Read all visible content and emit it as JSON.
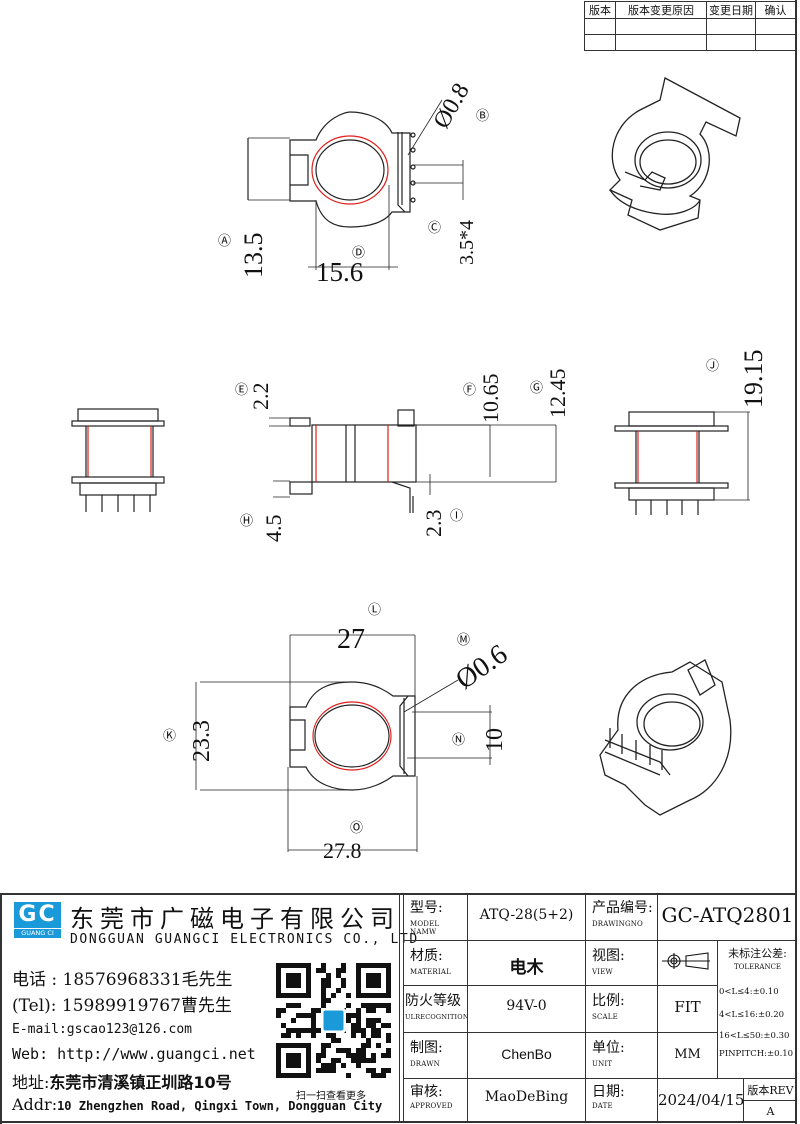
{
  "revision_table": {
    "headers": [
      "版本",
      "版本变更原因",
      "变更日期",
      "确认"
    ],
    "rows": [
      [
        "",
        "",
        "",
        ""
      ],
      [
        "",
        "",
        "",
        ""
      ]
    ]
  },
  "drawing": {
    "top_view": {
      "dims": [
        {
          "callout": "A",
          "value": "13.5"
        },
        {
          "callout": "B",
          "value": "Ø0.8"
        },
        {
          "callout": "C",
          "value": "3.5*4"
        },
        {
          "callout": "D",
          "value": "15.6"
        }
      ]
    },
    "side_view": {
      "dims": [
        {
          "callout": "E",
          "value": "2.2"
        },
        {
          "callout": "F",
          "value": "10.65"
        },
        {
          "callout": "G",
          "value": "12.45"
        },
        {
          "callout": "H",
          "value": "4.5"
        },
        {
          "callout": "I",
          "value": "2.3"
        }
      ]
    },
    "end_view": {
      "dims": [
        {
          "callout": "J",
          "value": "19.15"
        }
      ]
    },
    "bottom_view": {
      "dims": [
        {
          "callout": "K",
          "value": "23.3"
        },
        {
          "callout": "L",
          "value": "27"
        },
        {
          "callout": "M",
          "value": "Ø0.6"
        },
        {
          "callout": "N",
          "value": "10"
        },
        {
          "callout": "O",
          "value": "27.8"
        }
      ]
    },
    "colors": {
      "line": "#222222",
      "winding": "#e0201c"
    }
  },
  "company": {
    "logo_text": "GC",
    "logo_sub": "GUANG CI",
    "name_cn": "东莞市广磁电子有限公司",
    "name_en": "DONGGUAN GUANGCI ELECTRONICS CO., LTD",
    "brand_color": "#1a9ad9",
    "phone1": "电话 : 18576968331毛先生",
    "phone2": "(Tel): 15989919767曹先生",
    "email": "E-mail:gscao123@126.com",
    "web": "Web: http://www.guangci.net",
    "address_label": "地址:",
    "address_cn": "东莞市清溪镇正圳路10号",
    "addr_label": "Addr:",
    "address_en": "10 Zhengzhen Road, Qingxi Town, Dongguan City",
    "qr_caption": "扫一扫查看更多"
  },
  "title_block": {
    "model_label_cn": "型号:",
    "model_label_en": "MODEL NAMW",
    "model_value": "ATQ-28(5+2)",
    "drawingno_label_cn": "产品编号:",
    "drawingno_label_en": "DRAWINGNO",
    "drawingno_value": "GC-ATQ2801",
    "material_label_cn": "材质:",
    "material_label_en": "MATERIAL",
    "material_value": "电木",
    "view_label_cn": "视图:",
    "view_label_en": "VIEW",
    "tolerance_label_cn": "未标注公差:",
    "tolerance_label_en": "TOLERANCE",
    "tolerances": [
      "0<L≤4:±0.10",
      "4<L≤16:±0.20",
      "16<L≤50:±0.30",
      "PINPITCH:±0.10"
    ],
    "ul_label_cn": "防火等级",
    "ul_label_en": "ULRECOGNITION",
    "ul_value": "94V-0",
    "scale_label_cn": "比例:",
    "scale_label_en": "SCALE",
    "scale_value": "FIT",
    "drawn_label_cn": "制图:",
    "drawn_label_en": "DRAWN",
    "drawn_value": "ChenBo",
    "unit_label_cn": "单位:",
    "unit_label_en": "UNIT",
    "unit_value": "MM",
    "approved_label_cn": "审核:",
    "approved_label_en": "APPROVED",
    "approved_value": "MaoDeBing",
    "date_label_cn": "日期:",
    "date_label_en": "DATE",
    "date_value": "2024/04/15",
    "rev_label": "版本REV",
    "rev_value": "A"
  }
}
